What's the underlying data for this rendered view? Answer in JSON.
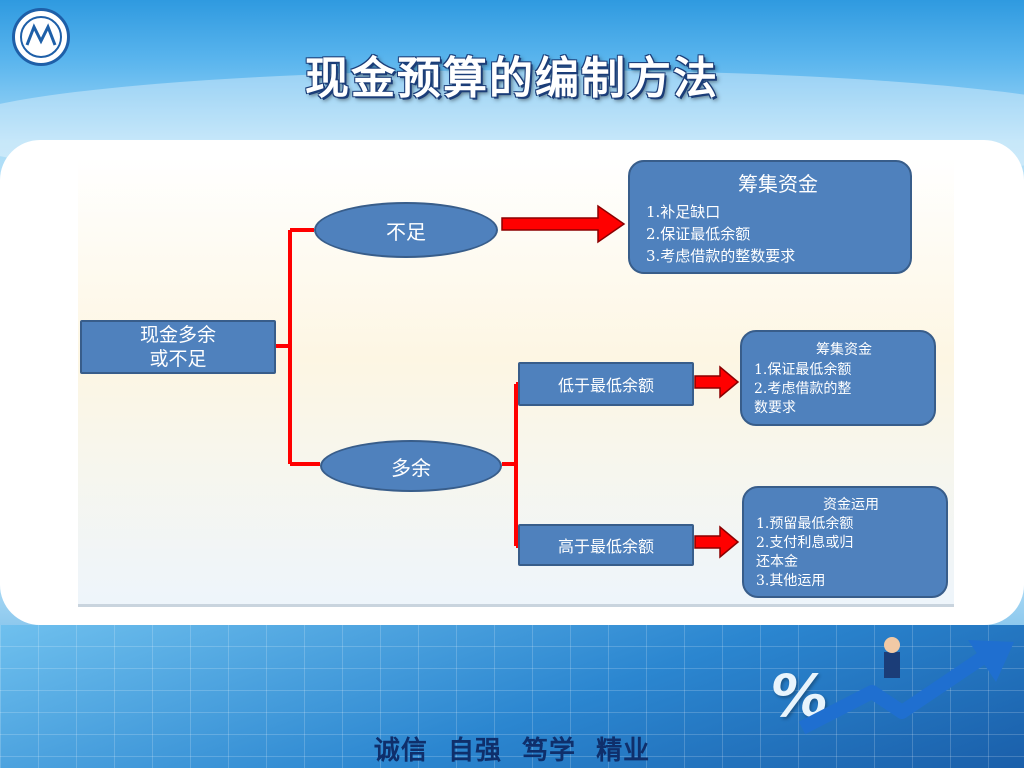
{
  "slide": {
    "title": "现金预算的编制方法",
    "slogan": "诚信  自强  笃学  精业"
  },
  "diagram": {
    "root": {
      "line1": "现金多余",
      "line2": "或不足"
    },
    "shortage": {
      "label": "不足"
    },
    "surplus": {
      "label": "多余"
    },
    "below_min": {
      "label": "低于最低余额"
    },
    "above_min": {
      "label": "高于最低余额"
    },
    "raise_funds_1": {
      "title": "筹集资金",
      "items": [
        "1.补足缺口",
        "2.保证最低余额",
        "3.考虑借款的整数要求"
      ]
    },
    "raise_funds_2": {
      "title": "筹集资金",
      "items": [
        "1.保证最低余额",
        "2.考虑借款的整",
        "数要求"
      ]
    },
    "use_funds": {
      "title": "资金运用",
      "items": [
        "1.预留最低余额",
        "2.支付利息或归",
        "还本金",
        "3.其他运用"
      ]
    }
  },
  "colors": {
    "node_fill": "#4f81bd",
    "connector": "#ff0000"
  },
  "icons": {
    "logo": "school-emblem-icon",
    "decor": "percent-arrow-icon"
  }
}
